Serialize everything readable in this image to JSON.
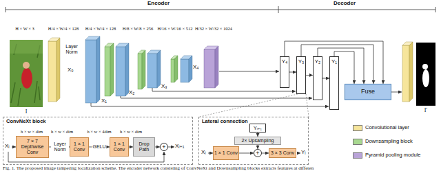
{
  "diagram": {
    "caption": "Fig. 1. The proposed image tampering localization scheme. The encoder network consisting of ConvNeXt and Downsampling blocks extracts features at differen",
    "nodes": [
      {
        "text": [
          "Y₄"
        ]
      },
      {
        "text": [
          "Y₃"
        ]
      },
      {
        "text": [
          "Y₂"
        ]
      },
      {
        "text": [
          "Y₁"
        ]
      },
      {
        "text": [
          "Fuse"
        ]
      },
      {
        "text": [
          "ConvNeXt block"
        ]
      },
      {
        "text": [
          "7 × 7 Depthwise Conv"
        ],
        "in": 5
      },
      {
        "text": [
          "1 × 1 Conv"
        ],
        "in": 5
      },
      {
        "text": [
          "1 × 1 Conv"
        ],
        "in": 5
      },
      {
        "text": [
          "Drop Path"
        ],
        "in": 5
      },
      {
        "text": [
          "+"
        ],
        "in": 5
      },
      {
        "text": [
          "Lateral connection"
        ]
      },
      {
        "text": [
          "Yᵢ₊₁"
        ],
        "in": 11
      },
      {
        "text": [
          "2× Upsampling"
        ],
        "in": 11
      },
      {
        "text": [
          "1 × 1 Conv"
        ],
        "in": 11
      },
      {
        "text": [
          "+"
        ],
        "in": 11
      },
      {
        "text": [
          "3 × 3 Conv"
        ],
        "in": 11
      }
    ],
    "edges": [
      {
        "from": 0,
        "to": 1,
        "arrow": "to"
      },
      {
        "from": 1,
        "to": 2,
        "arrow": "to"
      },
      {
        "from": 2,
        "to": 3,
        "arrow": "to"
      },
      {
        "from": 0,
        "to": 4,
        "arrow": "to"
      },
      {
        "from": 1,
        "to": 4,
        "arrow": "to"
      },
      {
        "from": 2,
        "to": 4,
        "arrow": "to"
      },
      {
        "from": 3,
        "to": 4,
        "arrow": "to"
      },
      {
        "from": 6,
        "to": 7,
        "arrow": "to"
      },
      {
        "from": 7,
        "to": 8,
        "arrow": "to"
      },
      {
        "from": 8,
        "to": 9,
        "arrow": "to"
      },
      {
        "from": 9,
        "to": 10,
        "arrow": "to"
      },
      {
        "from": 12,
        "to": 13,
        "arrow": "to"
      },
      {
        "from": 13,
        "to": 15,
        "arrow": "to"
      },
      {
        "from": 14,
        "to": 15,
        "arrow": "to"
      },
      {
        "from": 15,
        "to": 16,
        "arrow": "to"
      }
    ],
    "labels": [
      "Encoder",
      "Decoder",
      "H × W × 3",
      "H/4 × W/4 × 128",
      "H/4 × W/4 × 128",
      "H/8 × W/8 × 256",
      "H/16 × W/16 × 512",
      "H/32 × W/32 × 1024",
      "I",
      "Layer Norm",
      "X₀",
      "X₁",
      "X₂",
      "X₃",
      "X₄",
      "I′",
      "h × w × dim",
      "h × w × dim",
      "h × w × 4dim",
      "h × w × dim",
      "Xᵢ",
      "Layer Norm",
      "GELU",
      "Xᵢ₊₁",
      "Xᵢ",
      "Yᵢ"
    ],
    "legend": [
      {
        "text": "Convolutional layer",
        "color": "#f6e59b"
      },
      {
        "text": "Downsampling block",
        "color": "#a8d890"
      },
      {
        "text": "Pyramid pooling module",
        "color": "#b9a3d8"
      }
    ]
  }
}
